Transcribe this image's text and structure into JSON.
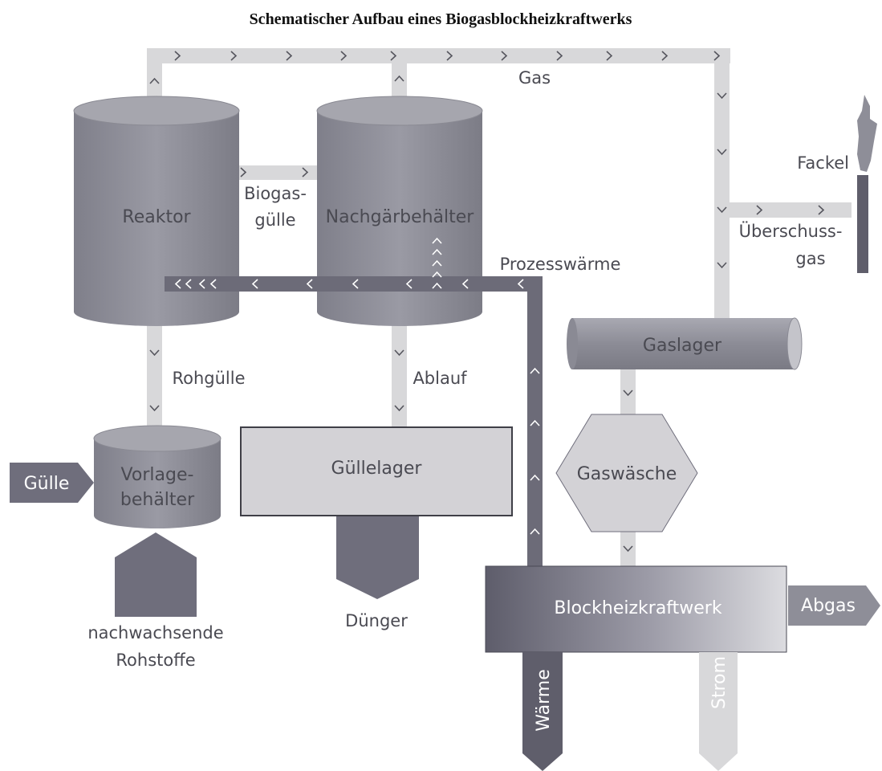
{
  "title": "Schematischer Aufbau eines Biogasblockheizkraftwerks",
  "labels": {
    "reaktor": "Reaktor",
    "nachgaerbehaelter": "Nachgärbehälter",
    "biogas_guelle_line1": "Biogas-",
    "biogas_guelle_line2": "gülle",
    "gas": "Gas",
    "fackel": "Fackel",
    "ueberschussgas_line1": "Überschuss-",
    "ueberschussgas_line2": "gas",
    "prozesswaerme": "Prozesswärme",
    "gaslager": "Gaslager",
    "rohguelle": "Rohgülle",
    "ablauf": "Ablauf",
    "vorlagebehaelter_line1": "Vorlage-",
    "vorlagebehaelter_line2": "behälter",
    "guelle": "Gülle",
    "guellelager": "Güllelager",
    "gaswaesche": "Gaswäsche",
    "nachwachsende_line1": "nachwachsende",
    "nachwachsende_line2": "Rohstoffe",
    "duenger": "Dünger",
    "blockheizkraftwerk": "Blockheizkraftwerk",
    "abgas": "Abgas",
    "waerme": "Wärme",
    "strom": "Strom"
  },
  "colors": {
    "tank": "#8e8e98",
    "pipe_light": "#d8d8da",
    "pipe_dark": "#6c6b78",
    "storage": "#d3d2d6",
    "text": "#4a4a52"
  }
}
